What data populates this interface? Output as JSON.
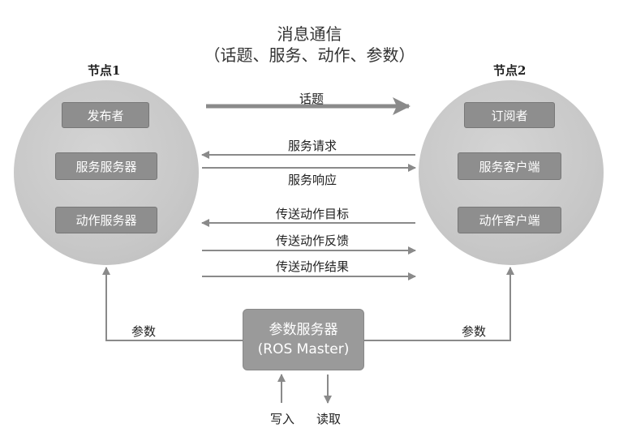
{
  "title": {
    "main": "消息通信",
    "sub": "（话题、服务、动作、参数）"
  },
  "nodes": {
    "node1": {
      "label": "节点1",
      "boxes": {
        "publisher": "发布者",
        "service_server": "服务服务器",
        "action_server": "动作服务器"
      }
    },
    "node2": {
      "label": "节点2",
      "boxes": {
        "subscriber": "订阅者",
        "service_client": "服务客户端",
        "action_client": "动作客户端"
      }
    }
  },
  "edges": {
    "topic": "话题",
    "service_request": "服务请求",
    "service_response": "服务响应",
    "action_goal": "传送动作目标",
    "action_feedback": "传送动作反馈",
    "action_result": "传送动作结果",
    "param_left": "参数",
    "param_right": "参数"
  },
  "master": {
    "line1": "参数服务器",
    "line2": "(ROS Master)"
  },
  "io": {
    "write": "写入",
    "read": "读取"
  },
  "colors": {
    "circle": "#c8c8c8",
    "box": "#8e8e8e",
    "arrow": "#8a8a8a",
    "master": "#9a9a9a"
  }
}
